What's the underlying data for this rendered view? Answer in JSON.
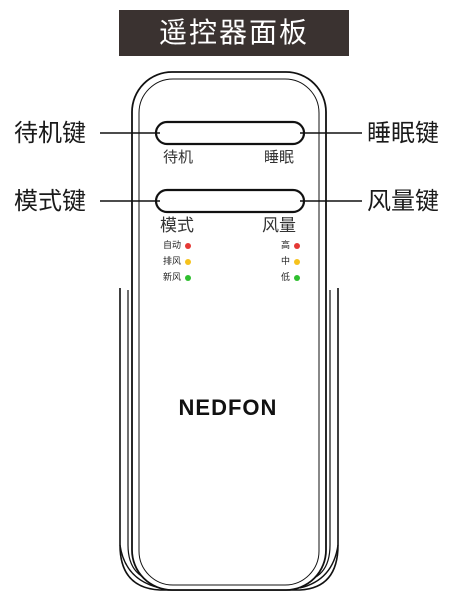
{
  "title": "遥控器面板",
  "callouts": {
    "standby": "待机键",
    "sleep": "睡眠键",
    "mode": "模式键",
    "fan_speed": "风量键"
  },
  "buttons": {
    "standby_label": "待机",
    "sleep_label": "睡眠",
    "mode_label": "模式",
    "fan_speed_label": "风量"
  },
  "mode_indicators": [
    {
      "label": "自动",
      "color": "#e53935"
    },
    {
      "label": "排风",
      "color": "#f6c21c"
    },
    {
      "label": "新风",
      "color": "#2fbf2f"
    }
  ],
  "fan_indicators": [
    {
      "label": "高",
      "color": "#e53935"
    },
    {
      "label": "中",
      "color": "#f6c21c"
    },
    {
      "label": "低",
      "color": "#2fbf2f"
    }
  ],
  "brand": "NEDFON"
}
